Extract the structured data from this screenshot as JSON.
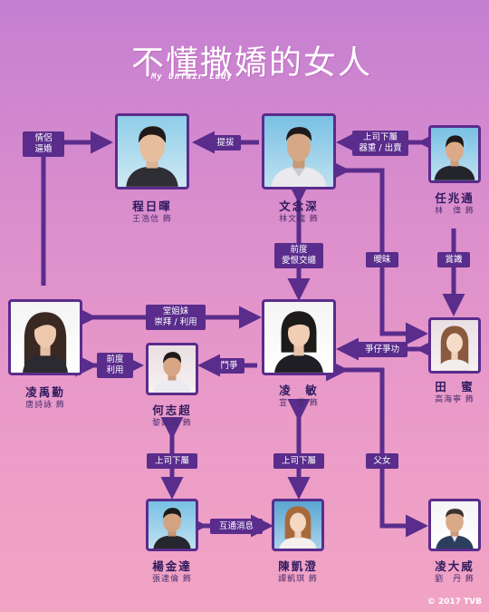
{
  "title": {
    "main": "不懂撒嬌的女人",
    "sub": "My Unfair Lady"
  },
  "characters": {
    "ching_yat_fai": {
      "name": "程日暉",
      "actor": "王浩信 飾"
    },
    "man_nim_sum": {
      "name": "文念深",
      "actor": "林文龍 飾"
    },
    "yam_siu_tung": {
      "name": "任兆通",
      "actor": "林　偉 飾"
    },
    "ling_yu_kan": {
      "name": "凌禹勤",
      "actor": "唐詩詠 飾"
    },
    "ling_man": {
      "name": "凌　敏",
      "actor": "宣　萱 飾"
    },
    "tin_mat": {
      "name": "田　蜜",
      "actor": "高海寧 飾"
    },
    "ho_chi_chiu": {
      "name": "何志超",
      "actor": "黎諾懿 飾"
    },
    "yeung_kam_tat": {
      "name": "楊金達",
      "actor": "張達倫 飾"
    },
    "chan_hoi_ching": {
      "name": "陳凱澄",
      "actor": "譚凱琪 飾"
    },
    "ling_tai_wai": {
      "name": "凌大威",
      "actor": "劉　丹 飾"
    }
  },
  "relationships": {
    "couple_marriage": "情侶\n逼婚",
    "promote": "提拔",
    "boss_sub_trust": "上司下屬\n器重 / 出賣",
    "ex_love_hate": "前度\n愛恨交纏",
    "ambiguous": "曖昧",
    "appreciate": "賞識",
    "cousins": "堂姐妹\n崇拜 / 利用",
    "ex_use": "前度\n利用",
    "fight": "鬥爭",
    "compete": "爭仔爭功",
    "boss_sub_left": "上司下屬",
    "boss_sub_mid": "上司下屬",
    "father_daughter": "父女",
    "exchange_info": "互通消息"
  },
  "colors": {
    "accent": "#5a2c8c",
    "background_top": "#c47fd1",
    "background_bottom": "#f2a4c4"
  },
  "copyright": "© 2017 TVB"
}
